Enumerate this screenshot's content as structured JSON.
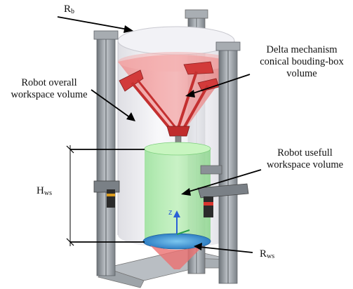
{
  "labels": {
    "rb_main": "R",
    "rb_sub": "b",
    "delta_line1": "Delta mechanism",
    "delta_line2": "conical bouding-box",
    "delta_line3": "volume",
    "overall_line1": "Robot overall",
    "overall_line2": "workspace volume",
    "useful_line1": "Robot usefull",
    "useful_line2": "workspace volume",
    "hws_main": "H",
    "hws_sub": "ws",
    "rws_main": "R",
    "rws_sub": "ws",
    "axis_z": "z"
  },
  "colors": {
    "cone": "#e85a5a",
    "useful_volume": "#6ad56a",
    "overall_volume": "#eeeef2",
    "frame": "#8d9399",
    "disk": "#3d8fd4"
  }
}
